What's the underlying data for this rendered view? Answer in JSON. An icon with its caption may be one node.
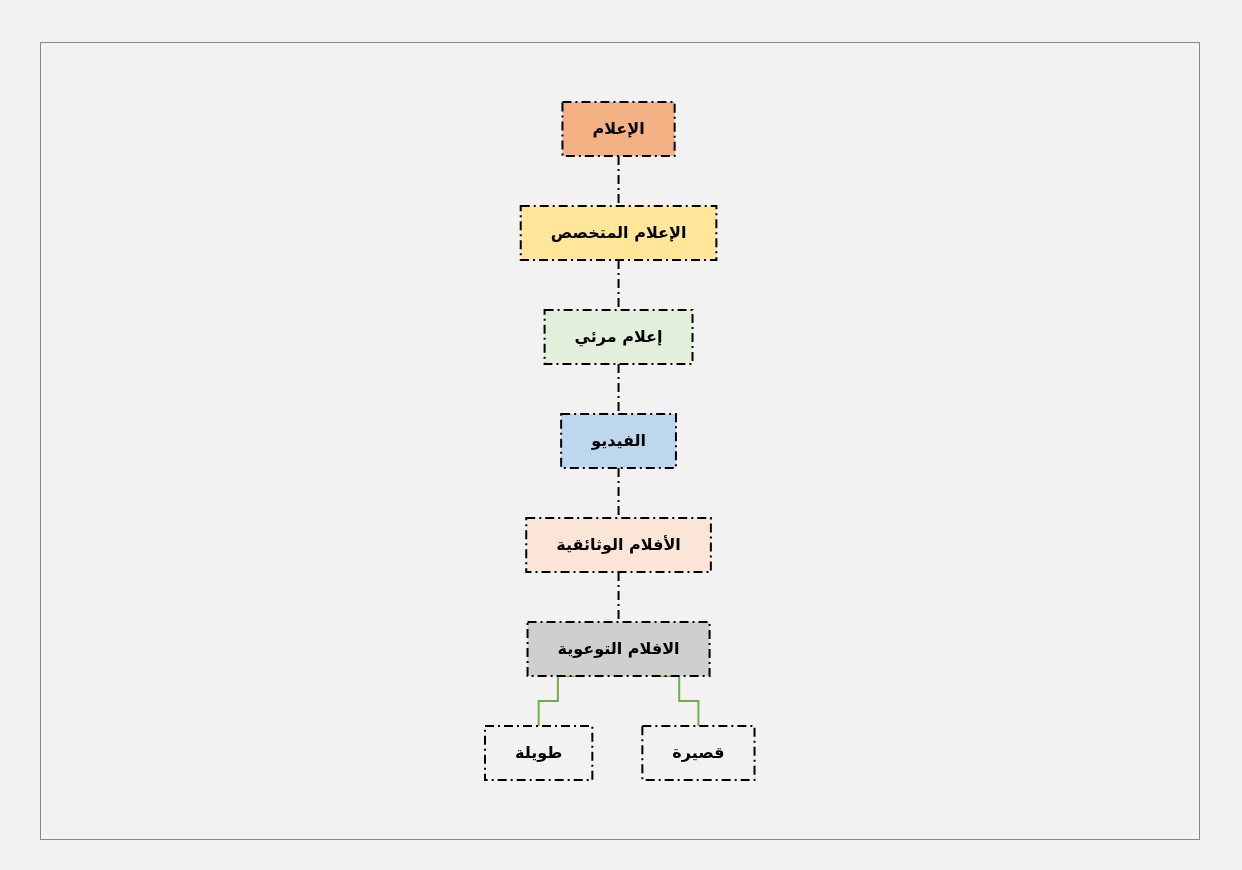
{
  "diagram": {
    "nodes": [
      {
        "text": [
          "الإعلام"
        ]
      },
      {
        "text": [
          "الإعلام المتخصص"
        ]
      },
      {
        "text": [
          "إعلام مرئي"
        ]
      },
      {
        "text": [
          "الفيديو"
        ]
      },
      {
        "text": [
          "الأفلام الوثائقية"
        ]
      },
      {
        "text": [
          "الافلام التوعوية"
        ]
      },
      {
        "text": [
          "طويلة"
        ]
      },
      {
        "text": [
          "قصيرة"
        ]
      }
    ],
    "edges": [
      {
        "from": 0,
        "to": 1,
        "arrow": "none",
        "style": "dashed"
      },
      {
        "from": 1,
        "to": 2,
        "arrow": "none",
        "style": "dashed"
      },
      {
        "from": 2,
        "to": 3,
        "arrow": "none",
        "style": "dashed"
      },
      {
        "from": 3,
        "to": 4,
        "arrow": "none",
        "style": "dashed"
      },
      {
        "from": 4,
        "to": 5,
        "arrow": "none",
        "style": "dashed"
      },
      {
        "from": 5,
        "to": 6,
        "arrow": "none",
        "color": "#70ad47"
      },
      {
        "from": 5,
        "to": 7,
        "arrow": "none",
        "color": "#70ad47"
      }
    ]
  }
}
